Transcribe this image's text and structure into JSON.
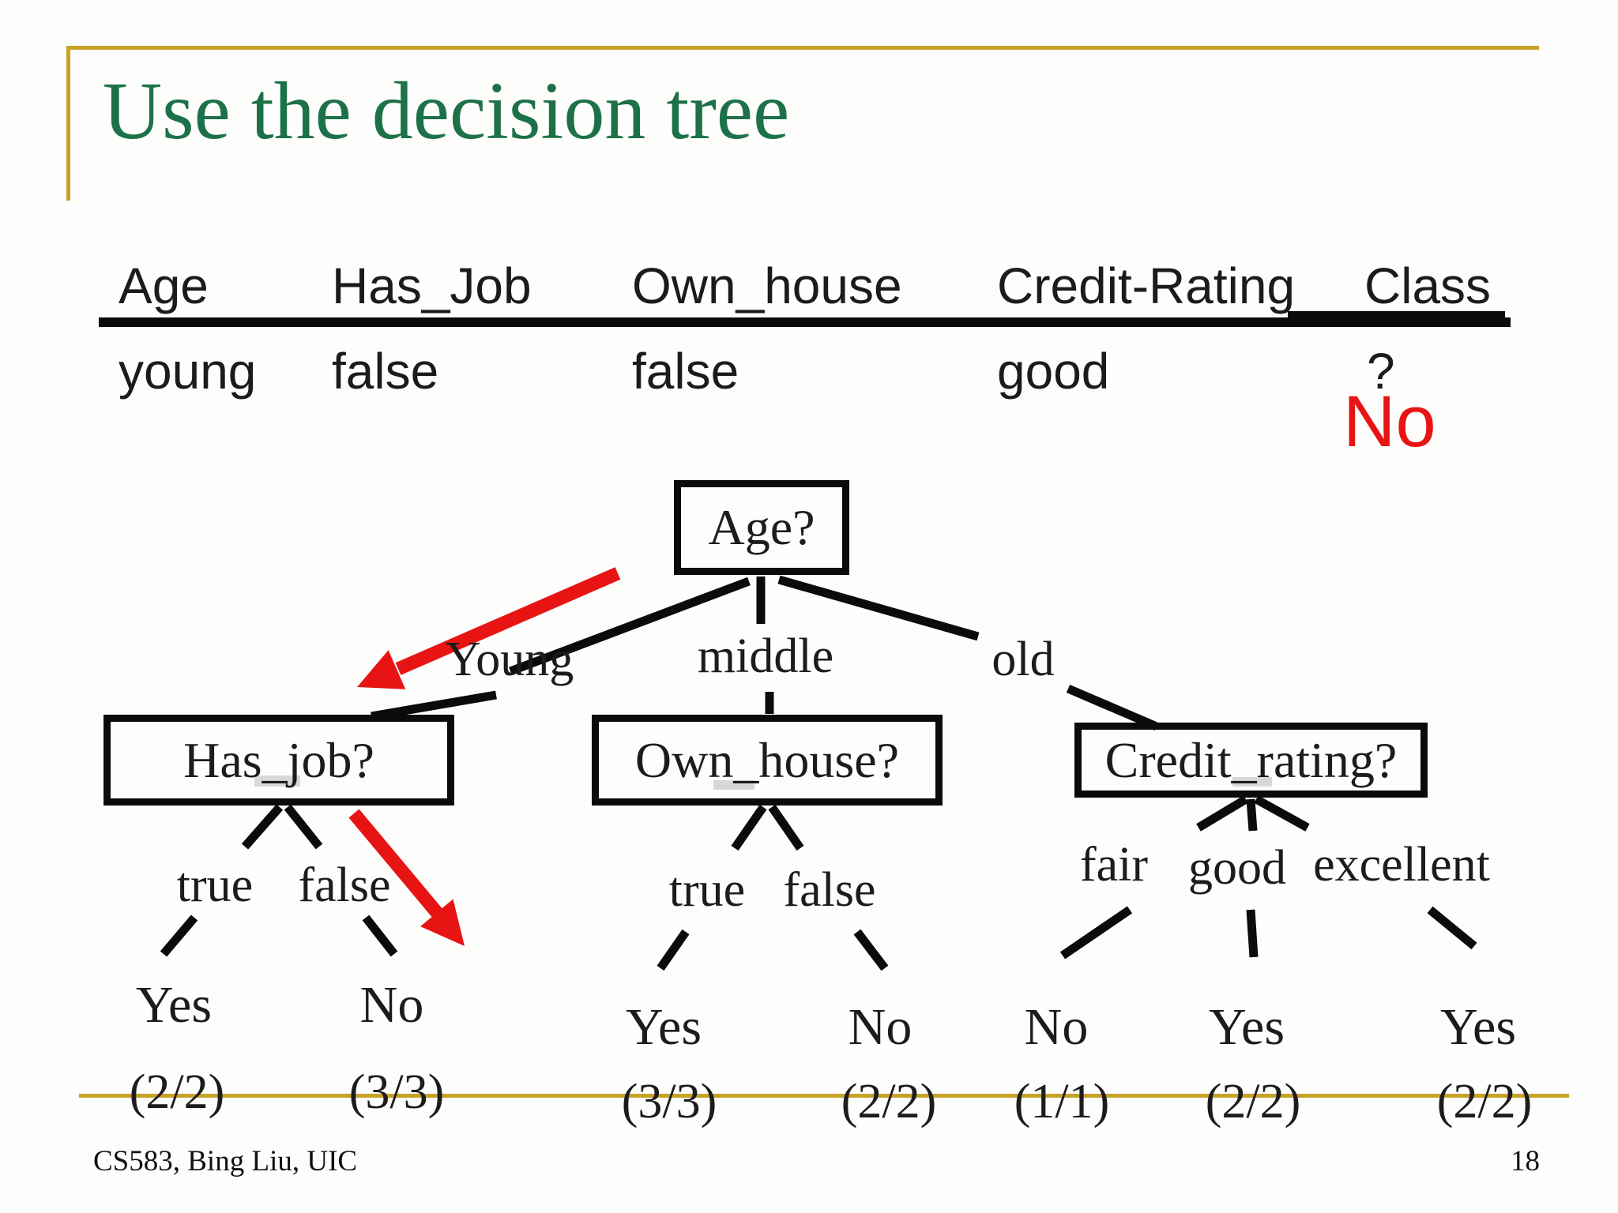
{
  "slide": {
    "title": "Use the decision tree",
    "footer": "CS583, Bing Liu, UIC",
    "page_number": "18"
  },
  "colors": {
    "title_green": "#1d7149",
    "accent_gold": "#c8a227",
    "annotation_red": "#e81414",
    "ink_black": "#0b0b0b"
  },
  "table": {
    "headers": [
      "Age",
      "Has_Job",
      "Own_house",
      "Credit-Rating",
      "Class"
    ],
    "row": [
      "young",
      "false",
      "false",
      "good",
      "?"
    ],
    "predicted_class": "No"
  },
  "tree": {
    "root_label": "Age?",
    "age_branches": [
      "Young",
      "middle",
      "old"
    ],
    "node_labels": [
      "Has_job?",
      "Own_house?",
      "Credit_rating?"
    ],
    "hasjob_branches": [
      "true",
      "false"
    ],
    "ownhouse_branches": [
      "true",
      "false"
    ],
    "credit_branches": [
      "fair",
      "good",
      "excellent"
    ],
    "leaves": [
      {
        "label": "Yes",
        "count": "(2/2)"
      },
      {
        "label": "No",
        "count": "(3/3)"
      },
      {
        "label": "Yes",
        "count": "(3/3)"
      },
      {
        "label": "No",
        "count": "(2/2)"
      },
      {
        "label": "No",
        "count": "(1/1)"
      },
      {
        "label": "Yes",
        "count": "(2/2)"
      },
      {
        "label": "Yes",
        "count": "(2/2)"
      }
    ]
  }
}
